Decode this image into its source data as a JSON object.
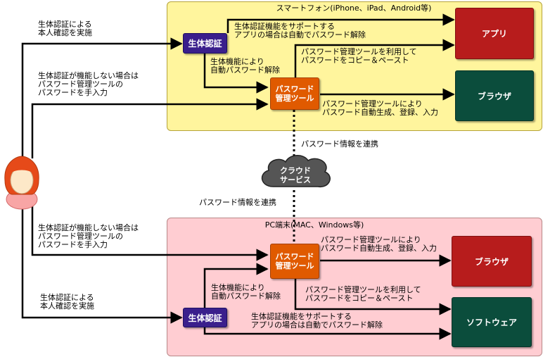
{
  "smartphone": {
    "title": "スマートフォン(iPhone、iPad、Android等)",
    "auth": "生体認証",
    "pwm": "パスワード\n管理ツール",
    "app": "アプリ",
    "browser": "ブラウザ",
    "lbl_support": "生体認証機能をサポートする\nアプリの場合は自動でパスワード解除",
    "lbl_auto": "生体機能により\n自動パスワード解除",
    "lbl_copy": "パスワード管理ツールを利用して\nパスワードをコピー＆ペースト",
    "lbl_gen": "パスワード管理ツールにより\nパスワード自動生成、登録、入力"
  },
  "pc": {
    "title": "PC端末(MAC、Windows等)",
    "auth": "生体認証",
    "pwm": "パスワード\n管理ツール",
    "browser": "ブラウザ",
    "software": "ソフトウェア",
    "lbl_gen": "パスワード管理ツールにより\nパスワード自動生成、登録、入力",
    "lbl_auto": "生体機能により\n自動パスワード解除",
    "lbl_copy": "パスワード管理ツールを利用して\nパスワードをコピー＆ペースト",
    "lbl_support": "生体認証機能をサポートする\nアプリの場合は自動でパスワード解除"
  },
  "cloud": {
    "label": "クラウド\nサービス",
    "link_top": "パスワード情報を連携",
    "link_bottom": "パスワード情報を連携"
  },
  "user": {
    "top_auth": "生体認証による\n本人確認を実施",
    "top_manual": "生体認証が機能しない場合は\nパスワード管理ツールの\nパスワードを手入力",
    "bottom_manual": "生体認証が機能しない場合は\nパスワード管理ツールの\nパスワードを手入力",
    "bottom_auth": "生体認証による\n本人確認を実施"
  },
  "colors": {
    "smartphone_zone": "#fff59d",
    "pc_zone": "#ffcdd2",
    "auth": "#3a1f8c",
    "pwm": "#e05a00",
    "red_box": "#b71c1c",
    "green_box": "#0b4d3c"
  }
}
